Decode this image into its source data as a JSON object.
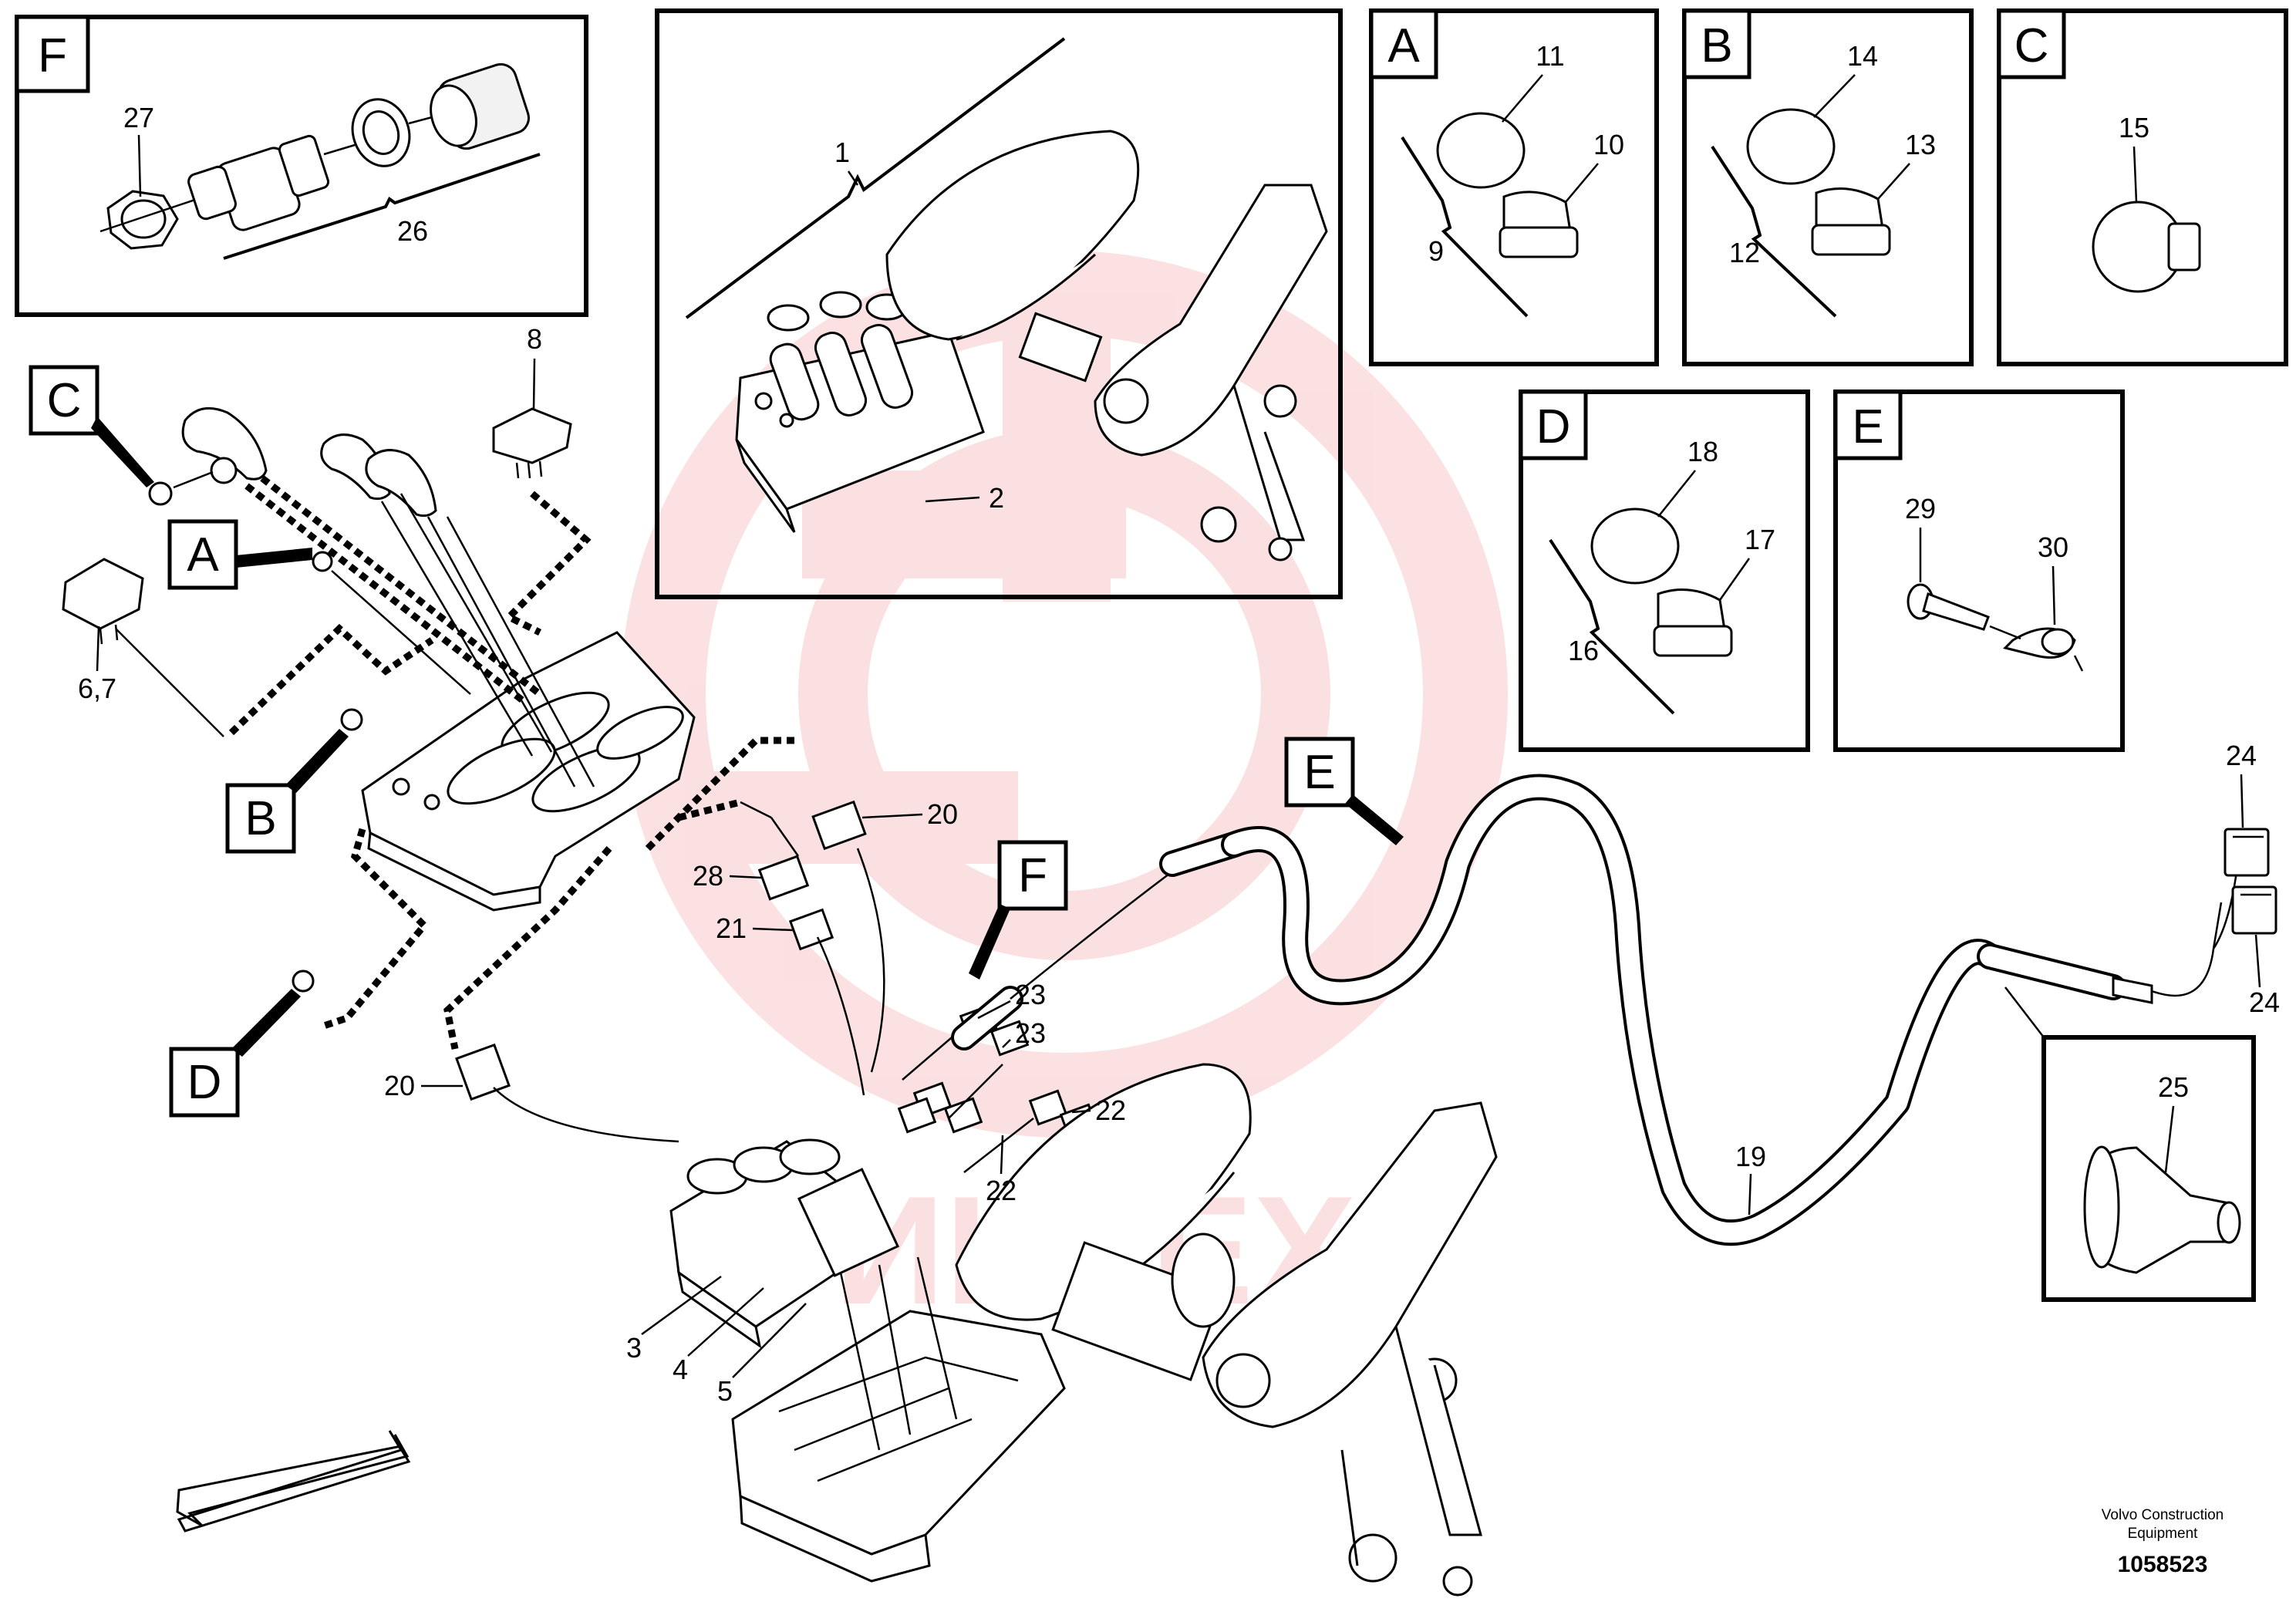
{
  "callouts": {
    "n1": "1",
    "n2": "2",
    "n3": "3",
    "n4": "4",
    "n5": "5",
    "n67": "6,7",
    "n8": "8",
    "n9": "9",
    "n10": "10",
    "n11": "11",
    "n12": "12",
    "n13": "13",
    "n14": "14",
    "n15": "15",
    "n16": "16",
    "n17": "17",
    "n18": "18",
    "n19": "19",
    "n20a": "20",
    "n20b": "20",
    "n21": "21",
    "n22a": "22",
    "n22b": "22",
    "n23a": "23",
    "n23b": "23",
    "n24a": "24",
    "n24b": "24",
    "n25": "25",
    "n26": "26",
    "n27": "27",
    "n28": "28",
    "n29": "29",
    "n30": "30"
  },
  "detail_letters": {
    "A_box": "A",
    "B_box": "B",
    "C_box": "C",
    "D_box": "D",
    "E_box": "E",
    "F_box": "F",
    "A_tag": "A",
    "B_tag": "B",
    "C_tag": "C",
    "D_tag": "D",
    "E_tag": "E",
    "F_tag": "F"
  },
  "credit": {
    "company_line1": "Volvo Construction",
    "company_line2": "Equipment",
    "document_number": "1058523"
  },
  "watermark": {
    "text": "ИНТЕХ",
    "color": "#e8454a"
  }
}
